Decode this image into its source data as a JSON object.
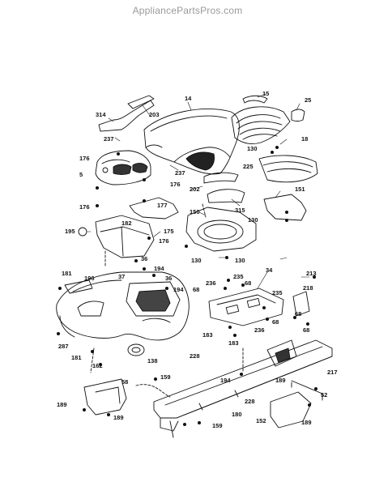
{
  "watermark": "AppliancePartsPros.com",
  "colors": {
    "ink": "#111111",
    "watermark": "#9a9a9a",
    "background": "#ffffff"
  },
  "parts": [
    {
      "id": "p15",
      "label": "15"
    },
    {
      "id": "p25",
      "label": "25"
    },
    {
      "id": "p14",
      "label": "14"
    },
    {
      "id": "p314",
      "label": "314"
    },
    {
      "id": "p203",
      "label": "203"
    },
    {
      "id": "p237a",
      "label": "237"
    },
    {
      "id": "p130a",
      "label": "130"
    },
    {
      "id": "p18",
      "label": "18"
    },
    {
      "id": "p176a",
      "label": "176"
    },
    {
      "id": "p5",
      "label": "5"
    },
    {
      "id": "p237b",
      "label": "237"
    },
    {
      "id": "p176b",
      "label": "176"
    },
    {
      "id": "p225",
      "label": "225"
    },
    {
      "id": "p202",
      "label": "202"
    },
    {
      "id": "p151",
      "label": "151"
    },
    {
      "id": "p176c",
      "label": "176"
    },
    {
      "id": "p177",
      "label": "177"
    },
    {
      "id": "p315",
      "label": "315"
    },
    {
      "id": "p150",
      "label": "150"
    },
    {
      "id": "p130b",
      "label": "130"
    },
    {
      "id": "p182",
      "label": "182"
    },
    {
      "id": "p195",
      "label": "195"
    },
    {
      "id": "p175",
      "label": "175"
    },
    {
      "id": "p176d",
      "label": "176"
    },
    {
      "id": "p130c",
      "label": "130"
    },
    {
      "id": "p130d",
      "label": "130"
    },
    {
      "id": "p36a",
      "label": "36"
    },
    {
      "id": "p34",
      "label": "34"
    },
    {
      "id": "p213",
      "label": "213"
    },
    {
      "id": "p181a",
      "label": "181"
    },
    {
      "id": "p194a",
      "label": "194"
    },
    {
      "id": "p37",
      "label": "37"
    },
    {
      "id": "p36b",
      "label": "36"
    },
    {
      "id": "p235a",
      "label": "235"
    },
    {
      "id": "p196",
      "label": "196"
    },
    {
      "id": "p236a",
      "label": "236"
    },
    {
      "id": "p68a",
      "label": "68"
    },
    {
      "id": "p218",
      "label": "218"
    },
    {
      "id": "p194b",
      "label": "194"
    },
    {
      "id": "p68b",
      "label": "68"
    },
    {
      "id": "p235b",
      "label": "235"
    },
    {
      "id": "p68c",
      "label": "68"
    },
    {
      "id": "p68d",
      "label": "68"
    },
    {
      "id": "p183a",
      "label": "183"
    },
    {
      "id": "p236b",
      "label": "236"
    },
    {
      "id": "p68e",
      "label": "68"
    },
    {
      "id": "p287",
      "label": "287"
    },
    {
      "id": "p183b",
      "label": "183"
    },
    {
      "id": "p181b",
      "label": "181"
    },
    {
      "id": "p138",
      "label": "138"
    },
    {
      "id": "p228a",
      "label": "228"
    },
    {
      "id": "p162",
      "label": "162"
    },
    {
      "id": "p159a",
      "label": "159"
    },
    {
      "id": "p58",
      "label": "58"
    },
    {
      "id": "p194c",
      "label": "194"
    },
    {
      "id": "p189a",
      "label": "189"
    },
    {
      "id": "p217",
      "label": "217"
    },
    {
      "id": "p52",
      "label": "52"
    },
    {
      "id": "p228b",
      "label": "228"
    },
    {
      "id": "p189b",
      "label": "189"
    },
    {
      "id": "p180",
      "label": "180"
    },
    {
      "id": "p189c",
      "label": "189"
    },
    {
      "id": "p152",
      "label": "152"
    },
    {
      "id": "p189d",
      "label": "189"
    },
    {
      "id": "p159b",
      "label": "159"
    }
  ]
}
